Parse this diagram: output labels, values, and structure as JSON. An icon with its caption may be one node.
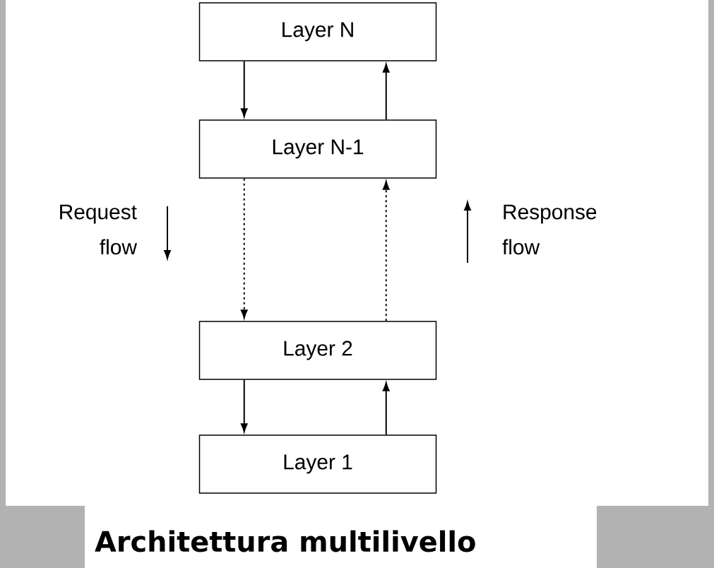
{
  "diagram": {
    "caption": "Architettura multilivello",
    "nodes": [
      {
        "text": [
          "Layer N"
        ]
      },
      {
        "text": [
          "Layer N-1"
        ]
      },
      {
        "text": [
          "Layer 2"
        ]
      },
      {
        "text": [
          "Layer 1"
        ]
      }
    ],
    "edges": [
      {
        "from": 0,
        "to": 1,
        "arrow": "to"
      },
      {
        "from": 1,
        "to": 0,
        "arrow": "to"
      },
      {
        "from": 1,
        "to": 2,
        "arrow": "to",
        "style": "dashed"
      },
      {
        "from": 2,
        "to": 1,
        "arrow": "to",
        "style": "dashed"
      },
      {
        "from": 2,
        "to": 3,
        "arrow": "to"
      },
      {
        "from": 3,
        "to": 2,
        "arrow": "to"
      }
    ],
    "labels": [
      "Request flow",
      "Response flow"
    ]
  }
}
